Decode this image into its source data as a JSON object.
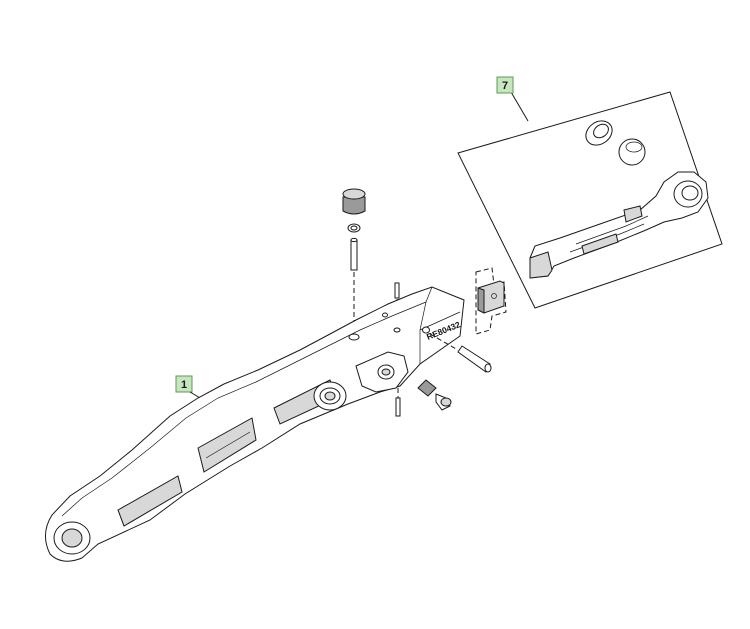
{
  "callouts": [
    {
      "id": "callout-1",
      "label": "1"
    },
    {
      "id": "callout-7",
      "label": "7"
    }
  ],
  "part_marking": "RE80432"
}
